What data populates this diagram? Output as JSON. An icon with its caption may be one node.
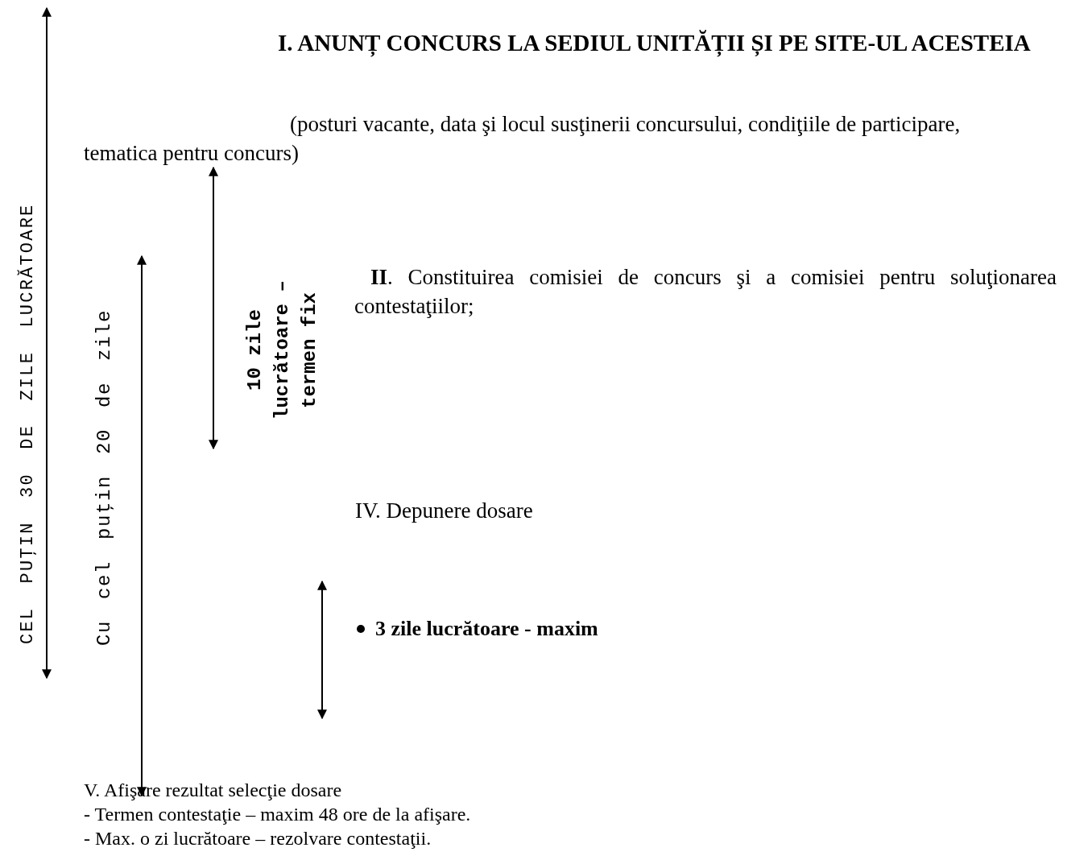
{
  "diagram": {
    "title": "I. ANUNȚ CONCURS LA SEDIUL UNITĂȚII ȘI PE SITE-UL ACESTEIA",
    "labels": [
      "(posturi vacante, data şi locul susţinerii concursului, condiţiile de participare, tematica pentru concurs)",
      "CEL PUŢIN 30 DE ZILE LUCRĂTOARE",
      "Cu cel puţin 20 de zile",
      "10 zile lucrătoare – termen fix",
      "**II**. Constituirea comisiei de concurs şi a comisiei pentru soluţionarea contestaţiilor;",
      "IV. Depunere dosare",
      "3 zile lucrătoare - maxim",
      "V. Afişare rezultat selecţie dosare",
      "- Termen contestaţie – maxim 48 ore de la afişare.",
      "- Max. o zi lucrătoare – rezolvare contestaţii."
    ]
  }
}
